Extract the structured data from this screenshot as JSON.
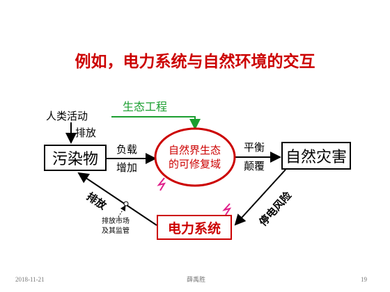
{
  "slide": {
    "title": "例如，电力系统与自然环境的交互",
    "nodes": {
      "human_activity": "人类活动",
      "pollutant": "污染物",
      "ecology_line1": "自然界生态",
      "ecology_line2": "的可修复域",
      "disaster": "自然灾害",
      "power_system": "电力系统"
    },
    "labels": {
      "eco_engineering": "生态工程",
      "emission_top": "排放",
      "load": "负载",
      "increase": "增加",
      "balance": "平衡",
      "overturn": "颠覆",
      "emission_left": "排放",
      "market_line1": "排放市场",
      "market_line2": "及其监管",
      "outage_risk": "停电风险"
    },
    "footer": {
      "date": "2018-11-21",
      "author": "薛禹胜",
      "page": "19"
    }
  },
  "colors": {
    "title_red": "#cc0000",
    "engineering_green": "#1a9e2f",
    "lightning_magenta": "#e0208a"
  }
}
